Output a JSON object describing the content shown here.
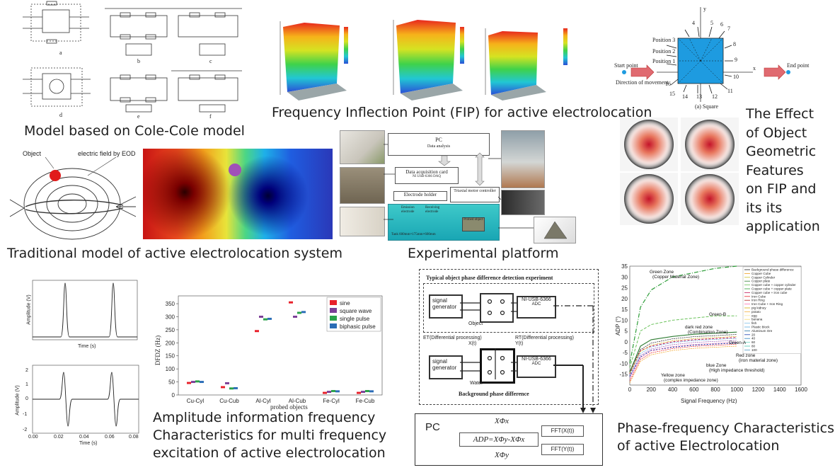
{
  "captions": {
    "model": "Model based on Cole-Cole model",
    "fip": "Frequency Inflection Point (FIP) for active electrolocation",
    "effect_lines": [
      "The Effect",
      "of Object",
      "Geometric",
      "Features",
      "on FIP and",
      "its its",
      "application"
    ],
    "traditional": "Traditional model of active electrolocation system",
    "experimental": "Experimental platform",
    "amplitude_lines": [
      "Amplitude information frequency",
      "Characteristics for multi frequency",
      "excitation of active electrolocation"
    ],
    "phase_lines": [
      "Phase-frequency Characteristics",
      "of active Electrolocation"
    ]
  },
  "circuit_labels": [
    "a",
    "b",
    "c",
    "d",
    "e",
    "f"
  ],
  "fish": {
    "object_label": "Object",
    "field_label": "electric field by EOD"
  },
  "square": {
    "start": "Start point",
    "end": "End point",
    "direction": "Direction of movement",
    "caption": "(a) Square",
    "positions": [
      "Position 3",
      "Position 2",
      "Position 1"
    ],
    "numbers": [
      "4",
      "5",
      "6",
      "7",
      "8",
      "9",
      "10",
      "11",
      "12",
      "13",
      "14",
      "15",
      "16"
    ],
    "axis_x": "x",
    "axis_y": "y"
  },
  "platform": {
    "pc": "PC",
    "pc_sub": "Data analysis",
    "daq": "Data acquisition card",
    "daq_sub": "NI USB-6366 DAQ",
    "holder": "Electrode holder",
    "motor": "Triaxial motor controller",
    "emission": "Emission electrode",
    "receiving": "Receiving electrode",
    "probed": "Probed object",
    "tank": "Tank 600mm×175mm×600mm"
  },
  "waves": {
    "top_ylabel": "Amplitude (V)",
    "top_xlabel": "Time (s)",
    "bottom_ylabel": "Amplitude (V)",
    "bottom_xlabel": "Time (s)",
    "bottom_yticks": [
      "2",
      "1",
      "0",
      "-1",
      "-2"
    ],
    "bottom_xticks": [
      "0.00",
      "0.02",
      "0.04",
      "0.06",
      "0.08"
    ]
  },
  "detection": {
    "title": "Typical object phase difference detection experiment",
    "signal_gen": "signal generator",
    "daq": "NI-USB-6366",
    "adc": "ADC",
    "object": "Object",
    "et": "ET(Differential processing)",
    "xt": "X(t)",
    "rt": "RT(Differential processing)",
    "yt": "Y(t)",
    "water": "Water",
    "bg_title": "Background phase difference"
  },
  "pc_block": {
    "title": "PC",
    "formula": "ADP=XΦy-XΦx",
    "xphix": "XΦx",
    "xphiy": "XΦy",
    "fftx": "FFT(X(t))",
    "ffty": "FFT(Y(t))"
  },
  "colors": {
    "sine": "#e8202a",
    "square": "#7b3f97",
    "single": "#2aa24a",
    "biphasic": "#2a6db6"
  },
  "chart_data": [
    {
      "type": "bar",
      "title": "",
      "xlabel": "probed objects",
      "ylabel": "DFDZ (Hz)",
      "ylim": [
        0,
        380
      ],
      "yticks": [
        0,
        50,
        100,
        150,
        200,
        250,
        300,
        350
      ],
      "categories": [
        "Cu-Cyl",
        "Cu-Cub",
        "Al-Cyl",
        "Al-Cub",
        "Fe-Cyl",
        "Fe-Cub"
      ],
      "legend_position": "top-right",
      "series": [
        {
          "name": "sine",
          "values": [
            46,
            30,
            245,
            355,
            8,
            8
          ]
        },
        {
          "name": "square wave",
          "values": [
            50,
            45,
            300,
            300,
            12,
            12
          ]
        },
        {
          "name": "single pulse",
          "values": [
            52,
            25,
            290,
            315,
            15,
            15
          ]
        },
        {
          "name": "biphasic pulse",
          "values": [
            50,
            26,
            292,
            318,
            14,
            14
          ]
        }
      ]
    },
    {
      "type": "line",
      "title": "",
      "xlabel": "Signal Frequency (Hz)",
      "ylabel": "ADP (°)",
      "xlim": [
        0,
        1600
      ],
      "ylim": [
        -20,
        35
      ],
      "xticks": [
        0,
        200,
        400,
        600,
        800,
        1000,
        1200,
        1400,
        1600
      ],
      "yticks": [
        -15,
        -10,
        -5,
        0,
        5,
        10,
        15,
        20,
        25,
        30,
        35
      ],
      "legend_position": "top-right",
      "legend": [
        "Background phase difference",
        "Copper Cube",
        "Copper Cylinder",
        "Copper plate",
        "Copper cube + copper cylinder",
        "Copper cube + copper plate",
        "Copper cube + iron cube",
        "Iron Cube",
        "Iron Ring",
        "Iron Cube + Iron Ring",
        "pig kidney",
        "potato",
        "egg",
        "banana",
        "fish",
        "Plastic block",
        "Aluminum Ore",
        "20",
        "40",
        "60",
        "80",
        "100"
      ],
      "annotations": [
        "Green Zone (Copper Material Zone)",
        "Green-B",
        "dark red zone (Combination Zone)",
        "Green-A",
        "Red zone (iron material zone)",
        "blue Zone (High impedance threshold)",
        "Yellow zone (complex impedance zone)"
      ],
      "series": [
        {
          "name": "Copper plate",
          "x": [
            0,
            100,
            200,
            400,
            600,
            800,
            1000
          ],
          "y": [
            -10,
            16,
            24,
            30,
            32,
            34,
            35
          ]
        },
        {
          "name": "Copper cube + copper plate",
          "x": [
            0,
            100,
            200,
            400,
            600,
            800,
            1000
          ],
          "y": [
            -12,
            5,
            8,
            10,
            11,
            12,
            12
          ]
        },
        {
          "name": "Copper Cube",
          "x": [
            0,
            100,
            200,
            400,
            600,
            800,
            1000
          ],
          "y": [
            -14,
            -2,
            1,
            2.5,
            3.5,
            4,
            4.5
          ]
        },
        {
          "name": "Copper cube + iron cube",
          "x": [
            0,
            100,
            200,
            400,
            600,
            800,
            1000
          ],
          "y": [
            -15,
            -4,
            -2,
            0,
            1,
            1.5,
            2
          ]
        },
        {
          "name": "Background phase difference",
          "x": [
            0,
            100,
            200,
            400,
            600,
            800,
            1000
          ],
          "y": [
            -16,
            -7,
            -4,
            -2.5,
            -1.5,
            -1,
            -0.5
          ]
        }
      ]
    }
  ]
}
